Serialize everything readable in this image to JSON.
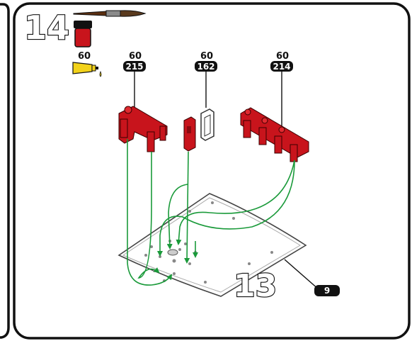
{
  "step": {
    "number": "14",
    "sub_step_label": "13"
  },
  "supplies": {
    "brush": {
      "icon": "paintbrush-icon"
    },
    "paint_pot": {
      "icon": "paint-pot-icon",
      "color": "#c8141c"
    },
    "glue": {
      "icon": "glue-tube-icon",
      "quantity": "60",
      "color": "#f2d21a"
    }
  },
  "parts": [
    {
      "quantity": "60",
      "code": "215"
    },
    {
      "quantity": "60",
      "code": "162"
    },
    {
      "quantity": "60",
      "code": "214"
    }
  ],
  "callout": {
    "code": "9"
  },
  "colors": {
    "frame": "#111111",
    "part_red": "#c8141c",
    "arrow_green": "#1a9a3a",
    "tag_bg": "#111111"
  }
}
